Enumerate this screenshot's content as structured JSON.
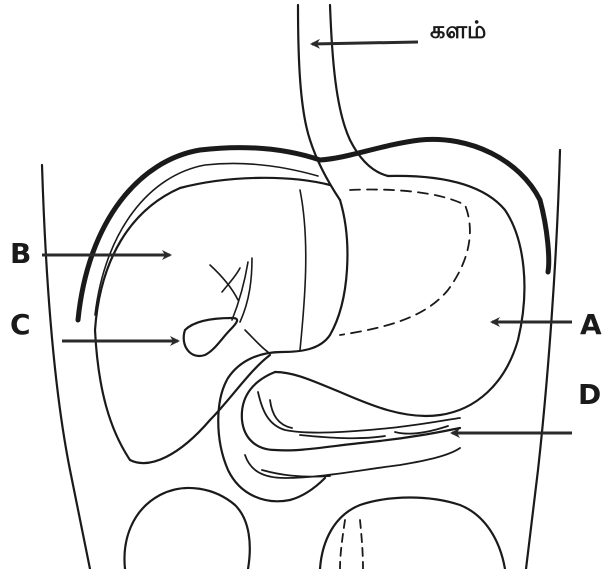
{
  "labels": {
    "esophagus": "களம்",
    "a": "A",
    "b": "B",
    "c": "C",
    "d": "D"
  },
  "colors": {
    "line": "#1a1a1a",
    "arrow": "#2a2a2a",
    "background": "#ffffff"
  }
}
